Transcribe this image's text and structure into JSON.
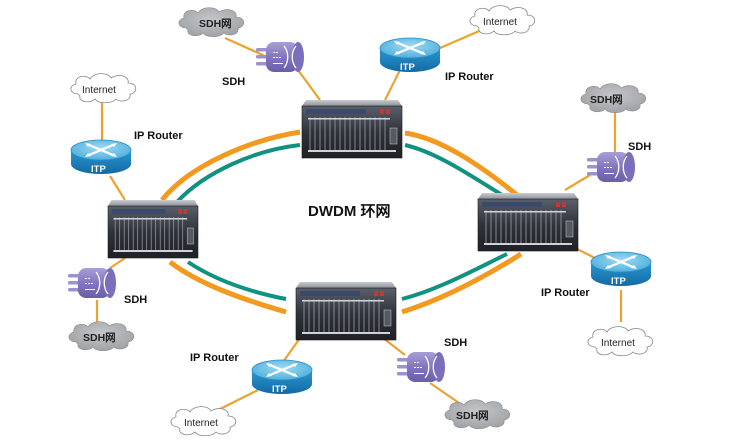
{
  "diagram": {
    "title": "DWDM 环网",
    "colors": {
      "ring_outer": "#F29A1F",
      "ring_inner": "#11917F",
      "link": "#EBA32F",
      "router_top": "#6FC3E8",
      "router_side": "#1E87C4",
      "sdh_body": "#8C7FC4",
      "sdh_cloud": "#A9ABAE",
      "internet_cloud": "#FFFFFF",
      "chassis": "#3A3D44"
    },
    "nodes": {
      "dwdm_top": {
        "type": "dwdm-chassis"
      },
      "dwdm_left": {
        "type": "dwdm-chassis"
      },
      "dwdm_right": {
        "type": "dwdm-chassis"
      },
      "dwdm_bottom": {
        "type": "dwdm-chassis"
      }
    },
    "routers": [
      {
        "id": "r_top",
        "badge": "ITP",
        "label": "IP Router",
        "cloud": "Internet",
        "attached_to": "dwdm_top"
      },
      {
        "id": "r_left",
        "badge": "ITP",
        "label": "IP Router",
        "cloud": "Internet",
        "attached_to": "dwdm_left"
      },
      {
        "id": "r_right",
        "badge": "ITP",
        "label": "IP Router",
        "cloud": "Internet",
        "attached_to": "dwdm_right"
      },
      {
        "id": "r_bottom",
        "badge": "ITP",
        "label": "IP Router",
        "cloud": "Internet",
        "attached_to": "dwdm_bottom"
      }
    ],
    "sdh": [
      {
        "id": "s_top",
        "label": "SDH",
        "cloud": "SDH网",
        "attached_to": "dwdm_top"
      },
      {
        "id": "s_left",
        "label": "SDH",
        "cloud": "SDH网",
        "attached_to": "dwdm_left"
      },
      {
        "id": "s_right",
        "label": "SDH",
        "cloud": "SDH网",
        "attached_to": "dwdm_right"
      },
      {
        "id": "s_bottom",
        "label": "SDH",
        "cloud": "SDH网",
        "attached_to": "dwdm_bottom"
      }
    ]
  }
}
